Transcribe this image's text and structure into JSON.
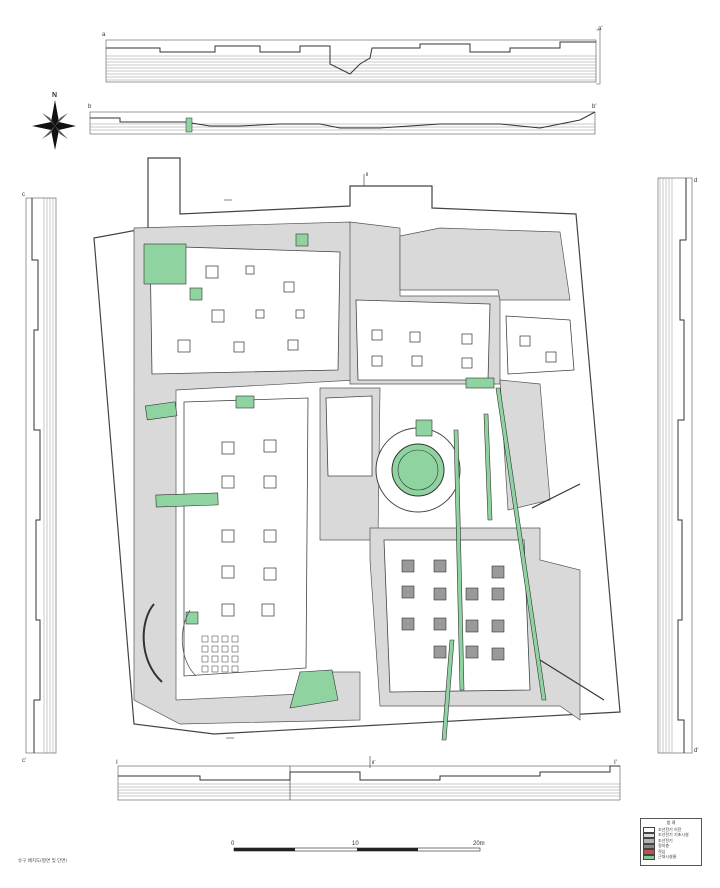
{
  "north_label": "N",
  "scale_bar": {
    "ticks": [
      "0",
      "10",
      "20m"
    ]
  },
  "section_markers": [
    "a",
    "a'",
    "b",
    "b'",
    "c",
    "c'",
    "d",
    "d'",
    "Ⅰ",
    "Ⅰ'",
    "Ⅱ",
    "Ⅱ'"
  ],
  "legend": {
    "title": "범 례",
    "items": [
      {
        "label": "조선전기 이전",
        "color": "#ffffff"
      },
      {
        "label": "조선전기 기초시설",
        "color": "#d9d9d9"
      },
      {
        "label": "조선전기",
        "color": "#b3b3b3"
      },
      {
        "label": "정지층",
        "color": "#888888"
      },
      {
        "label": "적심",
        "color": "#c0504d"
      },
      {
        "label": "근대시설물",
        "color": "#7fc98f"
      }
    ]
  },
  "caption": "유구 배치도(평면 및 단면)",
  "colors": {
    "paving": "#d9d9d9",
    "modern": "#8fd3a0",
    "outline": "#444444",
    "line": "#555555"
  }
}
